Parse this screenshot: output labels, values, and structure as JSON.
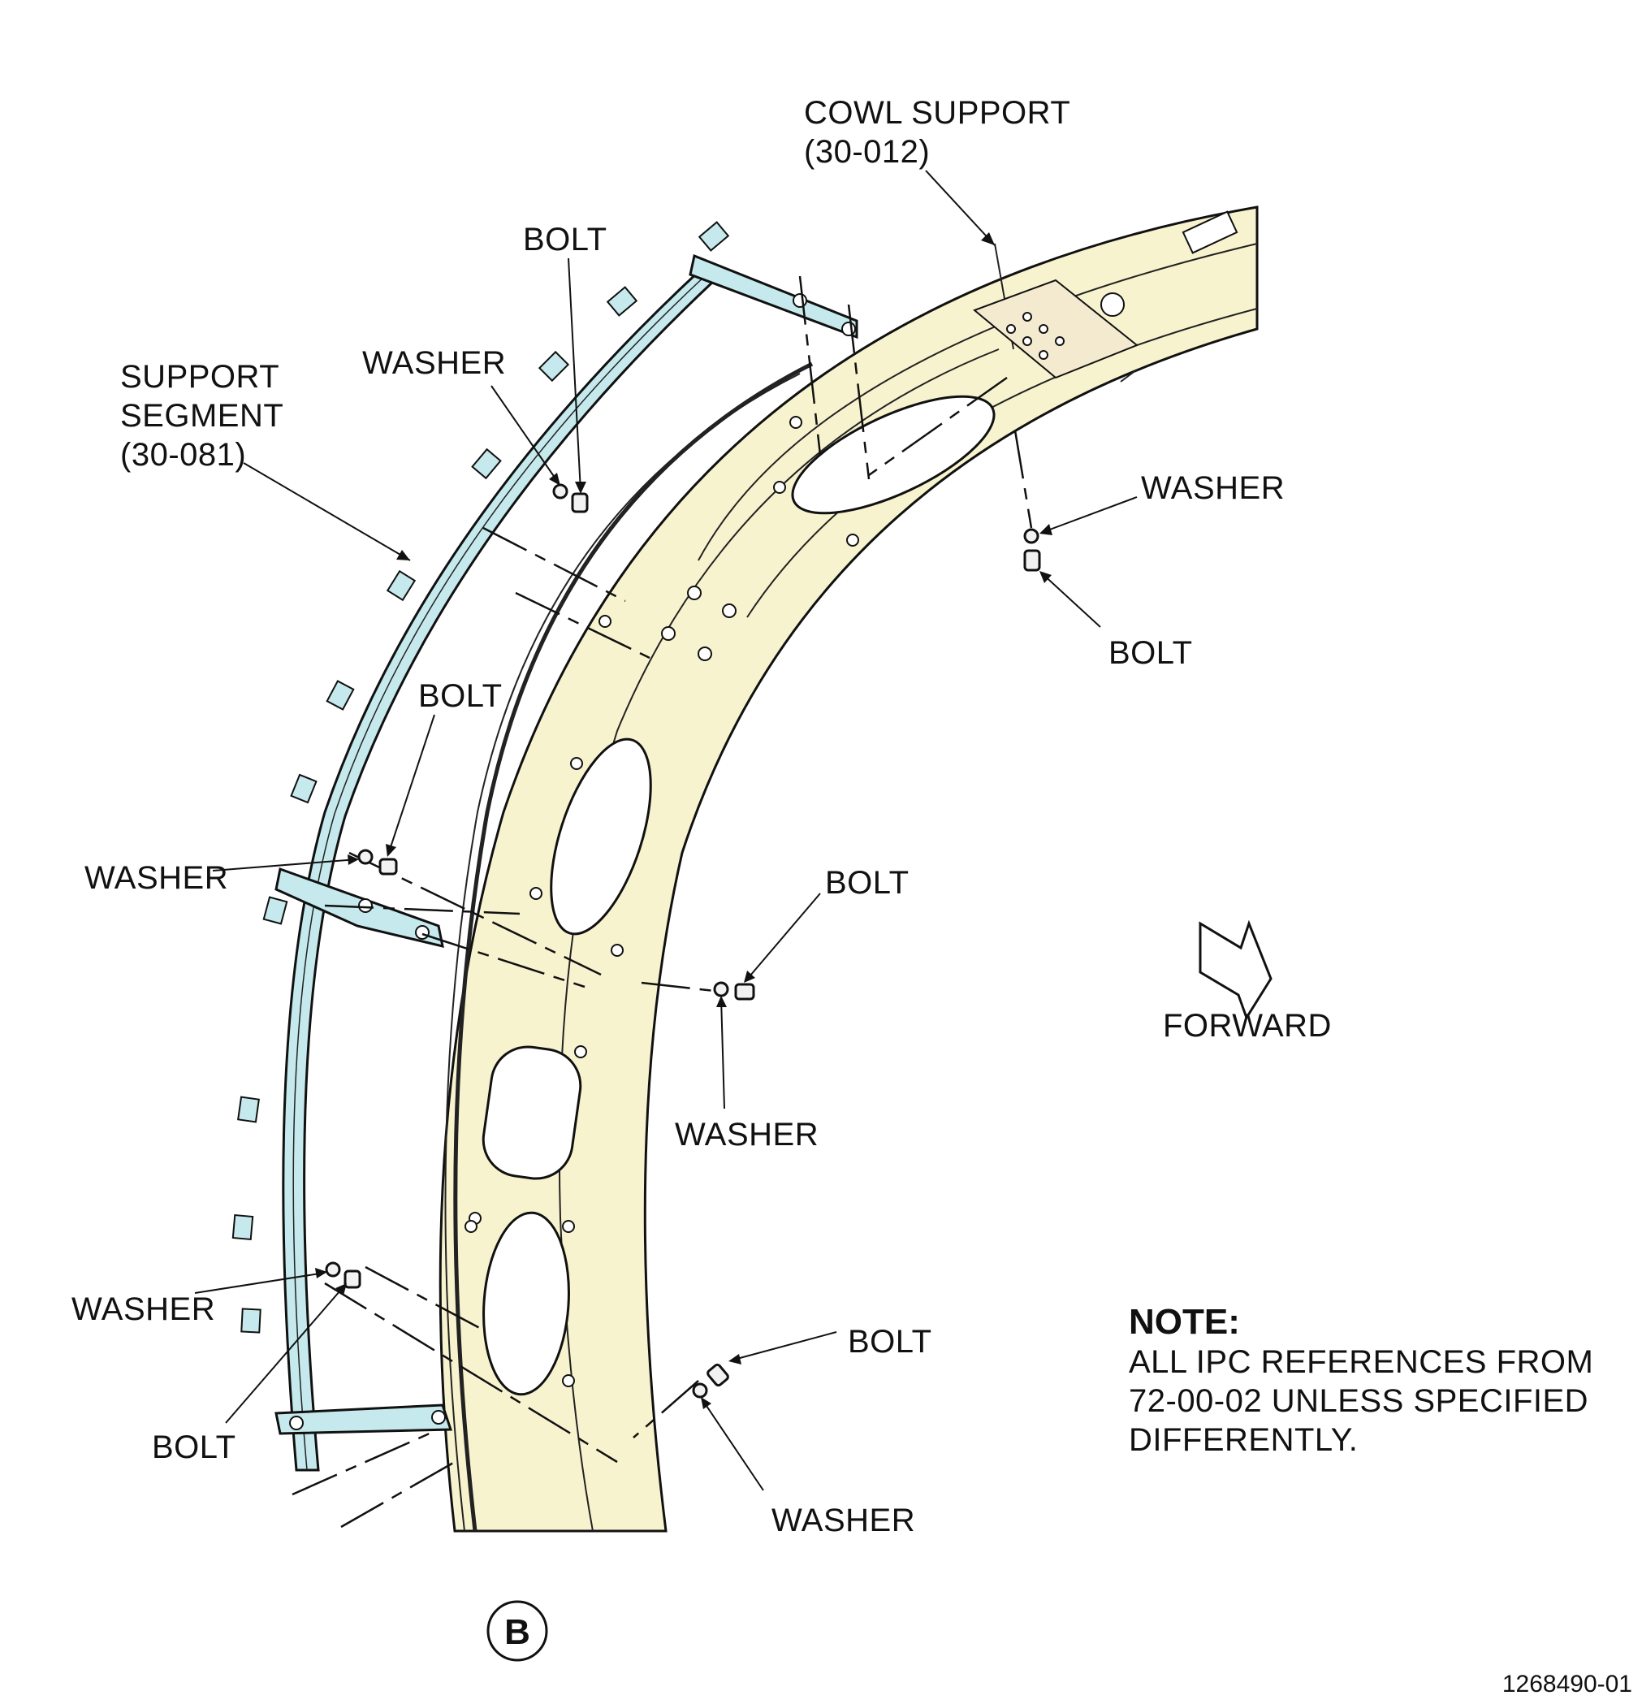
{
  "colors": {
    "ring_fill": "#f8f3cf",
    "segment_fill": "#c5e9ec",
    "line": "#111111",
    "background": "#ffffff"
  },
  "callouts": {
    "cowl_support": {
      "line1": "COWL SUPPORT",
      "line2": "(30-012)"
    },
    "support_segment": {
      "line1": "SUPPORT",
      "line2": "SEGMENT",
      "line3": "(30-081)"
    },
    "bolt_top": "BOLT",
    "washer_top": "WASHER",
    "washer_right_top": "WASHER",
    "bolt_right_top": "BOLT",
    "bolt_mid_left": "BOLT",
    "washer_mid_left": "WASHER",
    "bolt_mid_right": "BOLT",
    "washer_mid_right": "WASHER",
    "washer_low_left": "WASHER",
    "bolt_low_left": "BOLT",
    "bolt_low_right": "BOLT",
    "washer_low_right": "WASHER"
  },
  "direction": {
    "label": "FORWARD",
    "icon": "forward-arrow-icon"
  },
  "note": {
    "title": "NOTE:",
    "line1": "ALL IPC REFERENCES FROM",
    "line2": "72-00-02 UNLESS SPECIFIED",
    "line3": "DIFFERENTLY."
  },
  "view_label": "B",
  "figure_id": "1268490-01"
}
